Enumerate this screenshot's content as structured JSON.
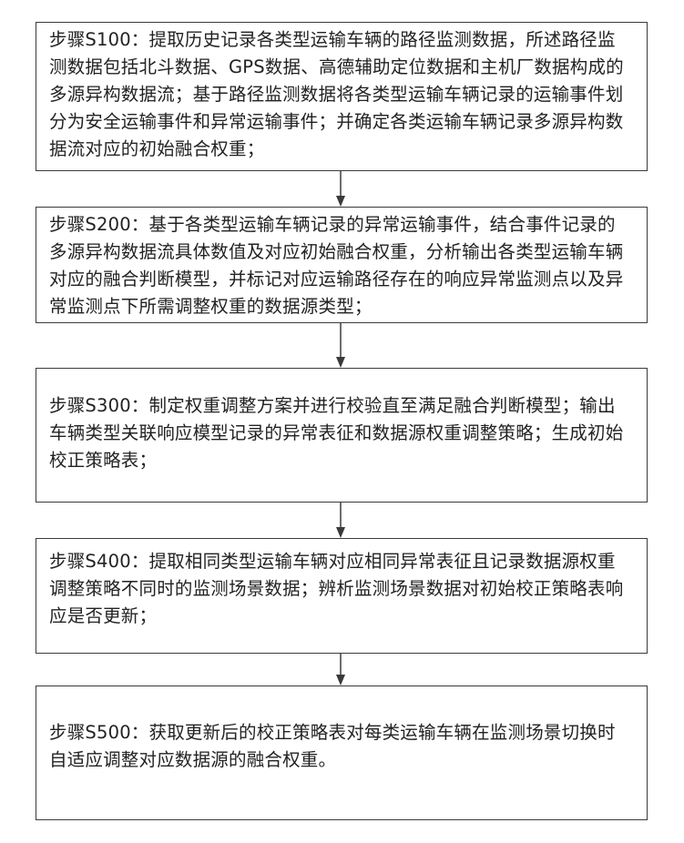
{
  "steps": [
    {
      "id": "S100",
      "text": "步骤S100：提取历史记录各类型运输车辆的路径监测数据，所述路径监测数据包括北斗数据、GPS数据、高德辅助定位数据和主机厂数据构成的多源异构数据流；基于路径监测数据将各类型运输车辆记录的运输事件划分为安全运输事件和异常运输事件；并确定各类运输车辆记录多源异构数据流对应的初始融合权重；"
    },
    {
      "id": "S200",
      "text": "步骤S200：基于各类型运输车辆记录的异常运输事件，结合事件记录的多源异构数据流具体数值及对应初始融合权重，分析输出各类型运输车辆对应的融合判断模型，并标记对应运输路径存在的响应异常监测点以及异常监测点下所需调整权重的数据源类型；"
    },
    {
      "id": "S300",
      "text": "步骤S300：制定权重调整方案并进行校验直至满足融合判断模型；输出车辆类型关联响应模型记录的异常表征和数据源权重调整策略；生成初始校正策略表；"
    },
    {
      "id": "S400",
      "text": "步骤S400：提取相同类型运输车辆对应相同异常表征且记录数据源权重调整策略不同时的监测场景数据；辨析监测场景数据对初始校正策略表响应是否更新；"
    },
    {
      "id": "S500",
      "text": "步骤S500：获取更新后的校正策略表对每类运输车辆在监测场景切换时自适应调整对应数据源的融合权重。"
    }
  ],
  "colors": {
    "border": "#3a3a3a",
    "text": "#222222",
    "arrow": "#3a3a3a",
    "background": "#ffffff"
  }
}
